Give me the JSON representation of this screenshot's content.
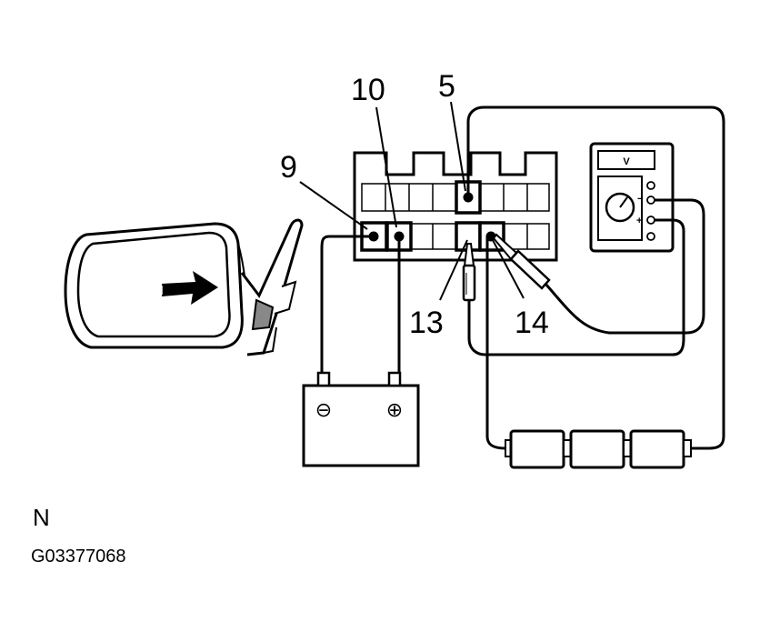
{
  "labels": {
    "pin_9": "9",
    "pin_10": "10",
    "pin_5": "5",
    "pin_13": "13",
    "pin_14": "14"
  },
  "meter": {
    "display": "V",
    "minus": "−",
    "plus": "+"
  },
  "battery": {
    "negative": "⊖",
    "positive": "⊕"
  },
  "caption": {
    "view_letter": "N",
    "figure_code": "G03377068"
  },
  "colors": {
    "ink": "#000000",
    "paper": "#ffffff",
    "shade": "#888888"
  }
}
